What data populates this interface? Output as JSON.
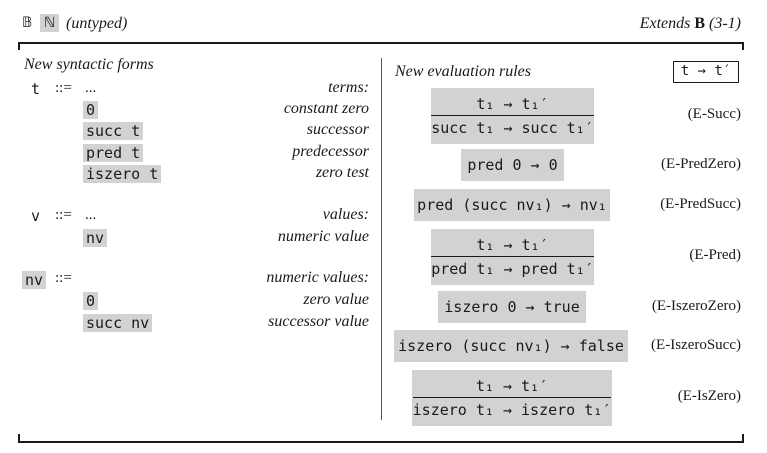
{
  "header": {
    "badge_b": "𝔹",
    "badge_n": "ℕ",
    "untyped": "(untyped)",
    "extends_prefix": "Extends",
    "extends_bold": "B",
    "extends_ref": "(3-1)"
  },
  "syntax": {
    "title": "New syntactic forms",
    "terms": {
      "symbol": "t",
      "assign": "::=",
      "ellipsis": "...",
      "heading": "terms:",
      "rows": [
        {
          "code": "0",
          "desc": "constant zero"
        },
        {
          "code": "succ t",
          "desc": "successor"
        },
        {
          "code": "pred t",
          "desc": "predecessor"
        },
        {
          "code": "iszero t",
          "desc": "zero test"
        }
      ]
    },
    "values": {
      "symbol": "v",
      "assign": "::=",
      "ellipsis": "...",
      "heading": "values:",
      "rows": [
        {
          "code": "nv",
          "desc": "numeric value"
        }
      ]
    },
    "numeric": {
      "symbol": "nv",
      "assign": "::=",
      "heading": "numeric values:",
      "rows": [
        {
          "code": "0",
          "desc": "zero value"
        },
        {
          "code": "succ nv",
          "desc": "successor value"
        }
      ]
    }
  },
  "evaluation": {
    "title": "New evaluation rules",
    "judgement": "t → t′",
    "rules": [
      {
        "kind": "frac",
        "premise": "t₁ → t₁′",
        "conclusion": "succ t₁ → succ t₁′",
        "label": "(E-Succ)"
      },
      {
        "kind": "axiom",
        "text": "pred 0 → 0",
        "label": "(E-PredZero)"
      },
      {
        "kind": "axiom",
        "text": "pred (succ nv₁) → nv₁",
        "label": "(E-PredSucc)"
      },
      {
        "kind": "frac",
        "premise": "t₁ → t₁′",
        "conclusion": "pred t₁ → pred t₁′",
        "label": "(E-Pred)"
      },
      {
        "kind": "axiom",
        "text": "iszero 0 → true",
        "label": "(E-IszeroZero)"
      },
      {
        "kind": "axiom",
        "text": "iszero (succ nv₁) → false",
        "label": "(E-IszeroSucc)"
      },
      {
        "kind": "frac",
        "premise": "t₁ → t₁′",
        "conclusion": "iszero t₁ → iszero t₁′",
        "label": "(E-IsZero)"
      }
    ]
  }
}
